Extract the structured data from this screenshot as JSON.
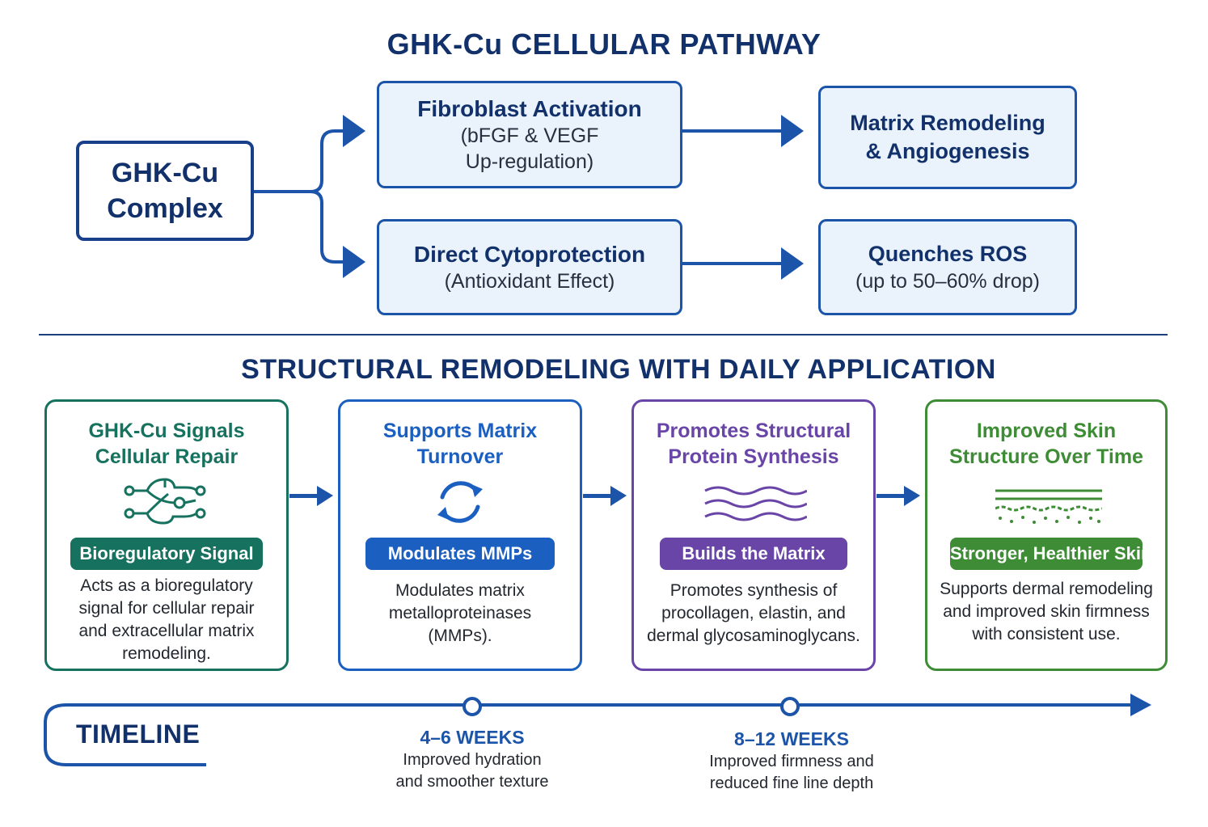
{
  "pathway": {
    "title": "GHK-Cu CELLULAR PATHWAY",
    "complex": {
      "line1": "GHK-Cu",
      "line2": "Complex"
    },
    "fibroblast": {
      "title": "Fibroblast Activation",
      "line2": "(bFGF & VEGF",
      "line3": "Up-regulation)"
    },
    "matrix": {
      "line1": "Matrix Remodeling",
      "line2": "& Angiogenesis"
    },
    "cytoprotection": {
      "title": "Direct Cytoprotection",
      "line2": "(Antioxidant Effect)"
    },
    "ros": {
      "title": "Quenches ROS",
      "line2": "(up to 50–60% drop)"
    }
  },
  "remodeling": {
    "title": "STRUCTURAL REMODELING WITH DAILY APPLICATION",
    "cards": [
      {
        "title_line1": "GHK-Cu Signals",
        "title_line2": "Cellular Repair",
        "icon": "molecule-network-icon",
        "badge": "Bioregulatory Signal",
        "desc_line1": "Acts as a bioregulatory",
        "desc_line2": "signal for cellular repair",
        "desc_line3": "and extracellular matrix",
        "desc_line4": "remodeling.",
        "color": "#16725f"
      },
      {
        "title_line1": "Supports Matrix",
        "title_line2": "Turnover",
        "icon": "refresh-cycle-icon",
        "badge": "Modulates MMPs",
        "desc_line1": "Modulates matrix",
        "desc_line2": "metalloproteinases",
        "desc_line3": "(MMPs).",
        "color": "#1b5fc0"
      },
      {
        "title_line1": "Promotes Structural",
        "title_line2": "Protein Synthesis",
        "icon": "wavy-fibers-icon",
        "badge": "Builds the Matrix",
        "desc_line1": "Promotes synthesis of",
        "desc_line2": "procollagen, elastin, and",
        "desc_line3": "dermal glycosaminoglycans.",
        "color": "#6a45a8"
      },
      {
        "title_line1": "Improved Skin",
        "title_line2": "Structure Over Time",
        "icon": "skin-layers-icon",
        "badge": "Stronger, Healthier Skin",
        "desc_line1": "Supports dermal remodeling",
        "desc_line2": "and improved skin firmness",
        "desc_line3": "with consistent use.",
        "color": "#3e8c35"
      }
    ]
  },
  "timeline": {
    "label": "TIMELINE",
    "milestones": [
      {
        "weeks": "4–6 WEEKS",
        "line1": "Improved hydration",
        "line2": "and smoother texture"
      },
      {
        "weeks": "8–12 WEEKS",
        "line1": "Improved firmness and",
        "line2": "reduced fine line depth"
      }
    ]
  },
  "colors": {
    "navy": "#12316b",
    "blue": "#1b54a8",
    "box_fill": "#eaf3fc",
    "teal": "#16725f",
    "royal": "#1b5fc0",
    "purple": "#6a45a8",
    "green": "#3e8c35"
  }
}
